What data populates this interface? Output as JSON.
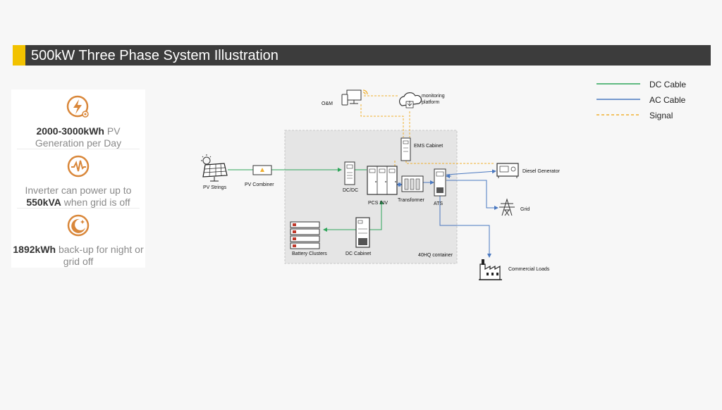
{
  "title": "500kW Three Phase System Illustration",
  "colors": {
    "dc": "#2fa55a",
    "ac": "#4a78c0",
    "signal": "#f0b030",
    "accent": "#f2c200",
    "icon": "#d9873a"
  },
  "features": [
    {
      "icon": "lightning-icon",
      "bold1": "2000-3000kWh",
      "text1": " PV Generation per Day",
      "bold2": "",
      "text2": ""
    },
    {
      "icon": "waveform-icon",
      "bold1": "",
      "text1": "Inverter can power up to ",
      "bold2": "550kVA",
      "text2": " when grid is off"
    },
    {
      "icon": "moon-icon",
      "bold1": "1892kWh",
      "text1": " back-up for night or grid off",
      "bold2": "",
      "text2": ""
    }
  ],
  "legend": [
    {
      "label": "DC Cable",
      "style": "dc"
    },
    {
      "label": "AC Cable",
      "style": "ac"
    },
    {
      "label": "Signal",
      "style": "signal"
    }
  ],
  "diagram": {
    "pv_strings": "PV Strings",
    "pv_combiner": "PV Combiner",
    "dcdc": "DC/DC",
    "pcs_inv": "PCS INV",
    "transformer": "Transformer",
    "ats": "ATS",
    "ems_cabinet": "EMS Cabinet",
    "om": "O&M",
    "monitoring_line1": "monitoring",
    "monitoring_line2": "platform",
    "diesel_generator": "Diesel Generator",
    "grid": "Grid",
    "commercial_loads": "Commercial Loads",
    "battery_clusters": "Battery Clusters",
    "dc_cabinet": "DC Cabinet",
    "container": "40HQ container"
  }
}
